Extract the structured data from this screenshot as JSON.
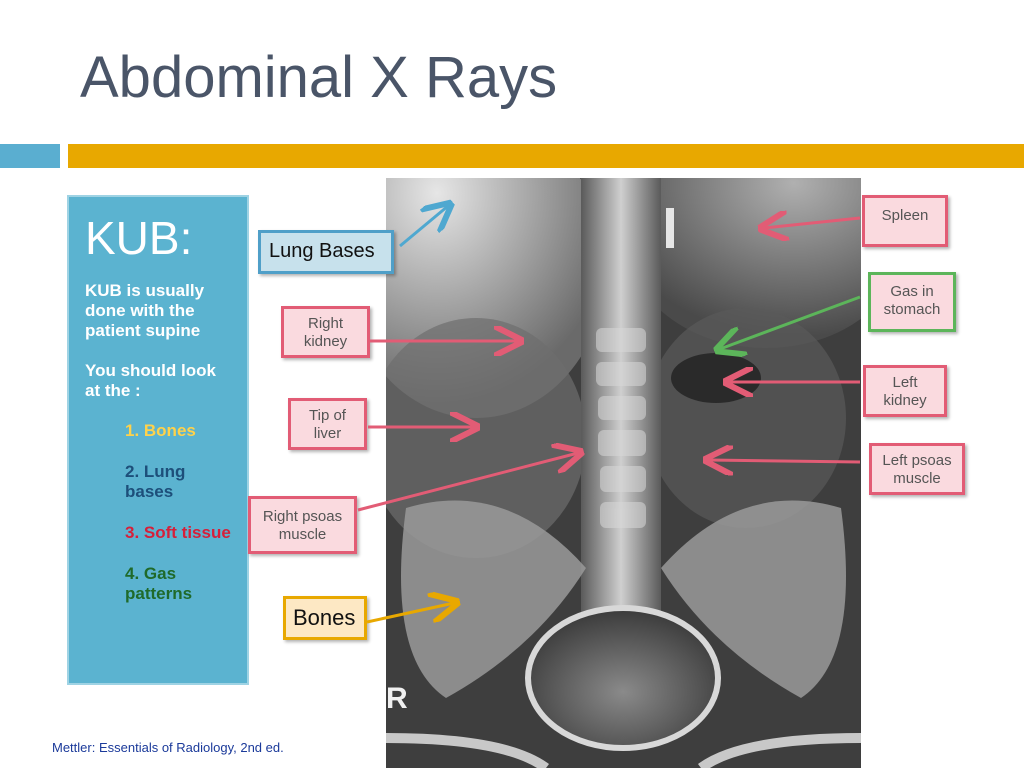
{
  "slide": {
    "title": "Abdominal X Rays",
    "citation": "Mettler: Essentials of Radiology, 2nd ed."
  },
  "panel": {
    "heading": "KUB:",
    "line1": "KUB is usually done with the patient supine",
    "line2": "You should look at the :",
    "items": [
      {
        "text": "1. Bones",
        "color": "#ffd24a"
      },
      {
        "text": "2. Lung bases",
        "color": "#1d4f7a"
      },
      {
        "text": "3. Soft tissue",
        "color": "#d61f3a"
      },
      {
        "text": "4. Gas patterns",
        "color": "#1f6a2a"
      }
    ]
  },
  "labels": {
    "lung_bases": "Lung Bases",
    "right_kidney": "Right kidney",
    "tip_of_liver": "Tip of liver",
    "right_psoas": "Right psoas muscle",
    "bones": "Bones",
    "spleen": "Spleen",
    "gas_in_stomach": "Gas in stomach",
    "left_kidney": "Left kidney",
    "left_psoas": "Left psoas muscle"
  },
  "xray": {
    "marker_letter": "R"
  },
  "colors": {
    "accent_blue": "#5aaed0",
    "accent_gold": "#e8a800",
    "arrow_pink": "#e25c75",
    "arrow_green": "#5cb55a",
    "arrow_blue": "#4fa8d0",
    "arrow_orange": "#e8a800"
  }
}
